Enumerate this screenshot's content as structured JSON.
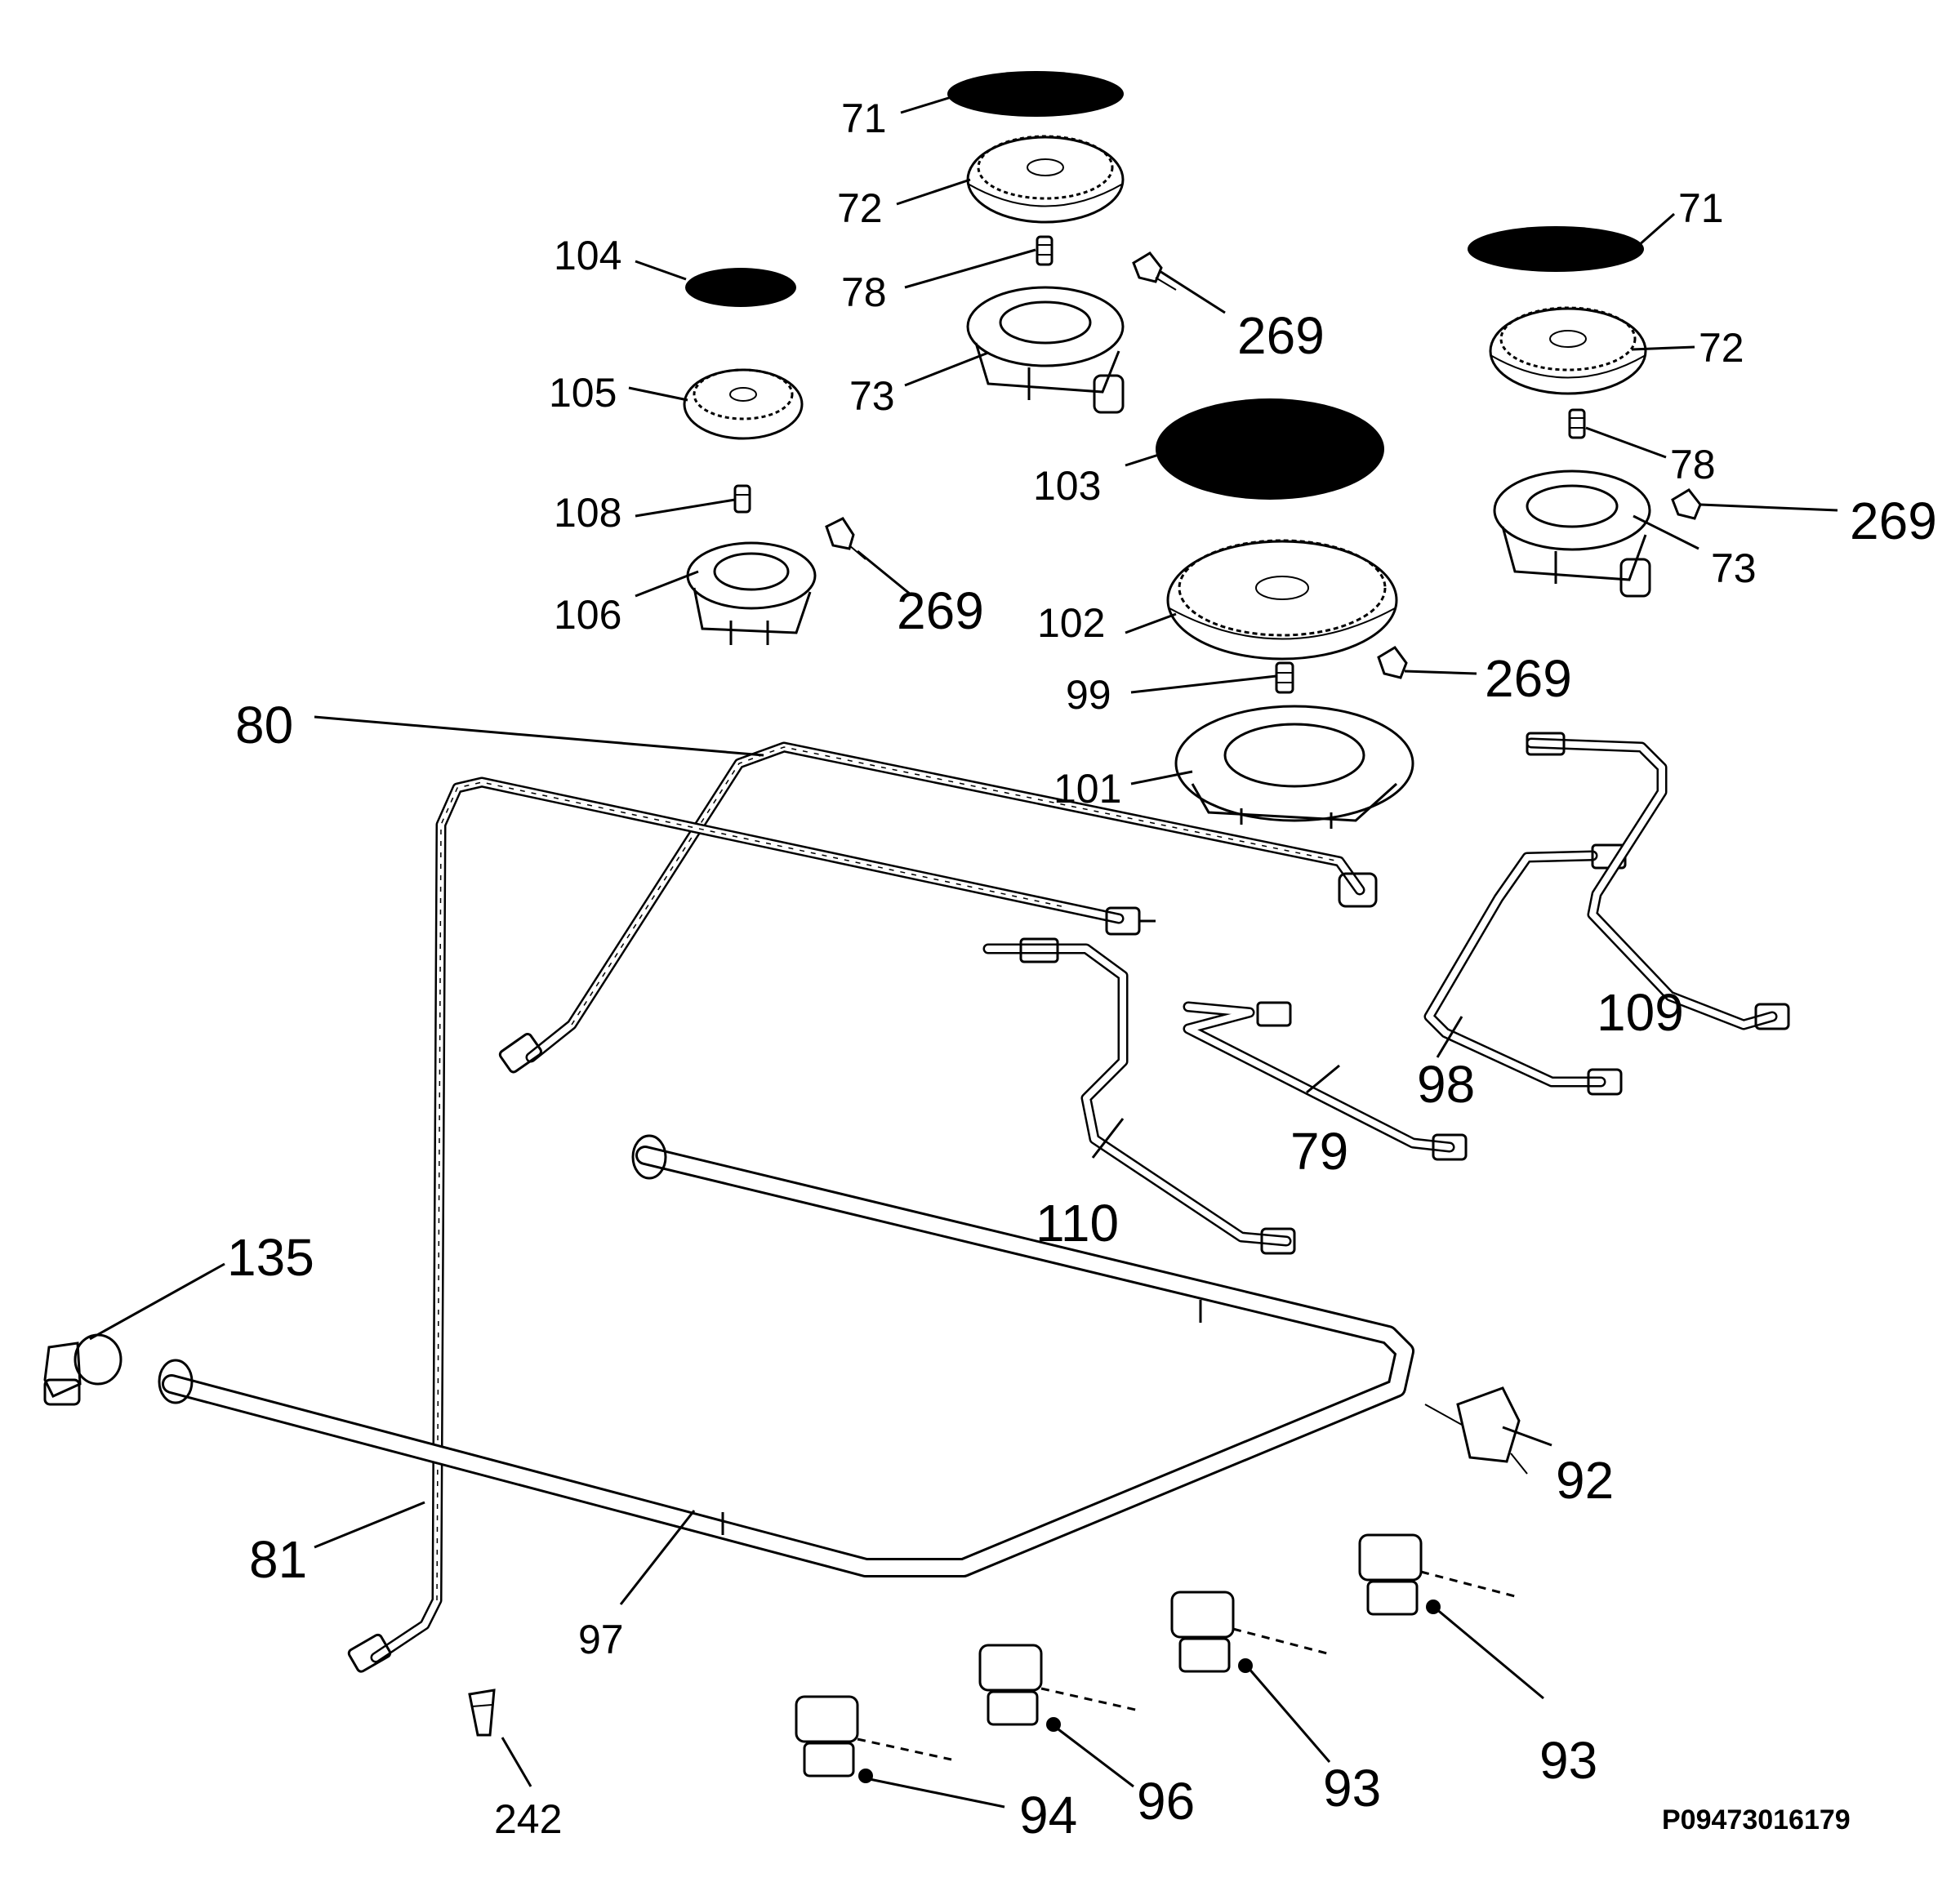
{
  "drawing_code": "P09473016179",
  "callouts": {
    "c71a": "71",
    "c72a": "72",
    "c78a": "78",
    "c73a": "73",
    "c71b": "71",
    "c72b": "72",
    "c78b": "78",
    "c73b": "73",
    "c104": "104",
    "c105": "105",
    "c108": "108",
    "c106": "106",
    "c103": "103",
    "c102": "102",
    "c99": "99",
    "c101": "101",
    "c269a": "269",
    "c269b": "269",
    "c269c": "269",
    "c269d": "269",
    "c80": "80",
    "c81": "81",
    "c97": "97",
    "c135": "135",
    "c109": "109",
    "c98": "98",
    "c79": "79",
    "c110": "110",
    "c92": "92",
    "c242": "242",
    "c94": "94",
    "c96": "96",
    "c93a": "93",
    "c93b": "93"
  }
}
